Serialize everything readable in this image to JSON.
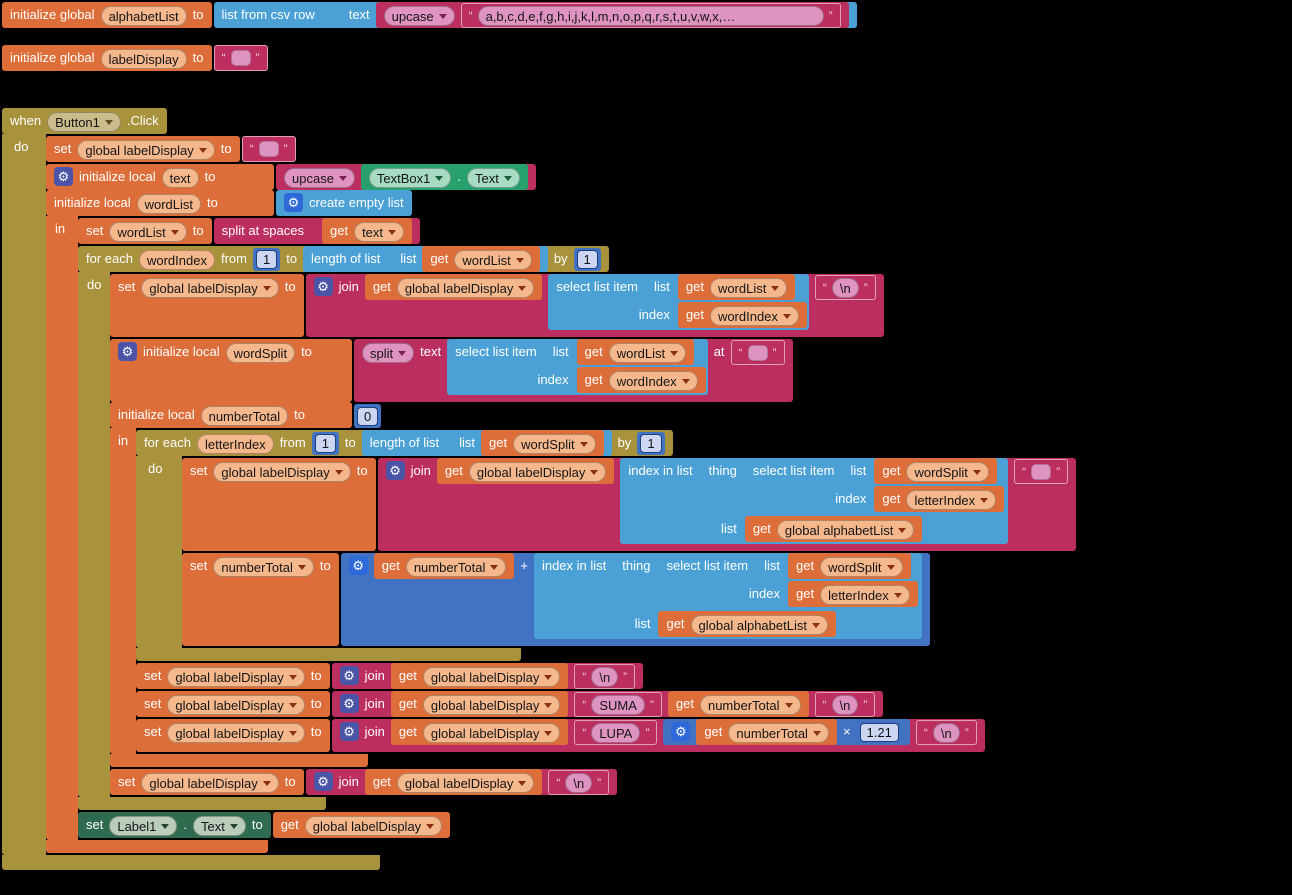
{
  "ui": {
    "gear": "⚙",
    "quote_open": "“",
    "quote_close": "”",
    "plus": "+",
    "times": "×",
    "dot": "."
  },
  "kw": {
    "when": "when",
    "click": ".Click",
    "do": "do",
    "in": "in",
    "set": "set",
    "get": "get",
    "to": "to",
    "init_global": "initialize global",
    "init_local": "initialize local",
    "for_each": "for each",
    "from": "from",
    "by": "by",
    "join": "join",
    "at": "at",
    "text": "text",
    "list": "list",
    "index": "index",
    "thing": "thing",
    "list_from_csv": "list from csv row",
    "length_of_list": "length of list",
    "select_list_item": "select list item",
    "index_in_list": "index in list",
    "create_empty_list": "create empty list",
    "split_at_spaces": "split at spaces",
    "split": "split",
    "upcase": "upcase"
  },
  "names": {
    "alphabetList": "alphabetList",
    "labelDisplay": "labelDisplay",
    "global_labelDisplay": "global labelDisplay",
    "global_alphabetList": "global alphabetList",
    "local_text": "text",
    "wordList": "wordList",
    "wordIndex": "wordIndex",
    "wordSplit": "wordSplit",
    "numberTotal": "numberTotal",
    "letterIndex": "letterIndex",
    "Button1": "Button1",
    "TextBox1": "TextBox1",
    "Label1": "Label1",
    "Text": "Text"
  },
  "strings": {
    "alphabet_csv": "a,b,c,d,e,f,g,h,i,j,k,l,m,n,o,p,q,r,s,t,u,v,w,x,…",
    "newline": "\\n",
    "suma": "SUMA",
    "lupa": "LUPA"
  },
  "numbers": {
    "loop_start": "1",
    "loop_step": "1",
    "zero": "0",
    "multiplier": "1.21"
  },
  "colors": {
    "background": "#000000",
    "control_gold": "#a8923c",
    "variables_orange": "#dd6e3a",
    "text_magenta": "#bc2d60",
    "lists_blue": "#4ba1d6",
    "math_blue": "#4273c2",
    "component_get_green": "#28a06e",
    "component_set_green": "#2e6b4f"
  }
}
